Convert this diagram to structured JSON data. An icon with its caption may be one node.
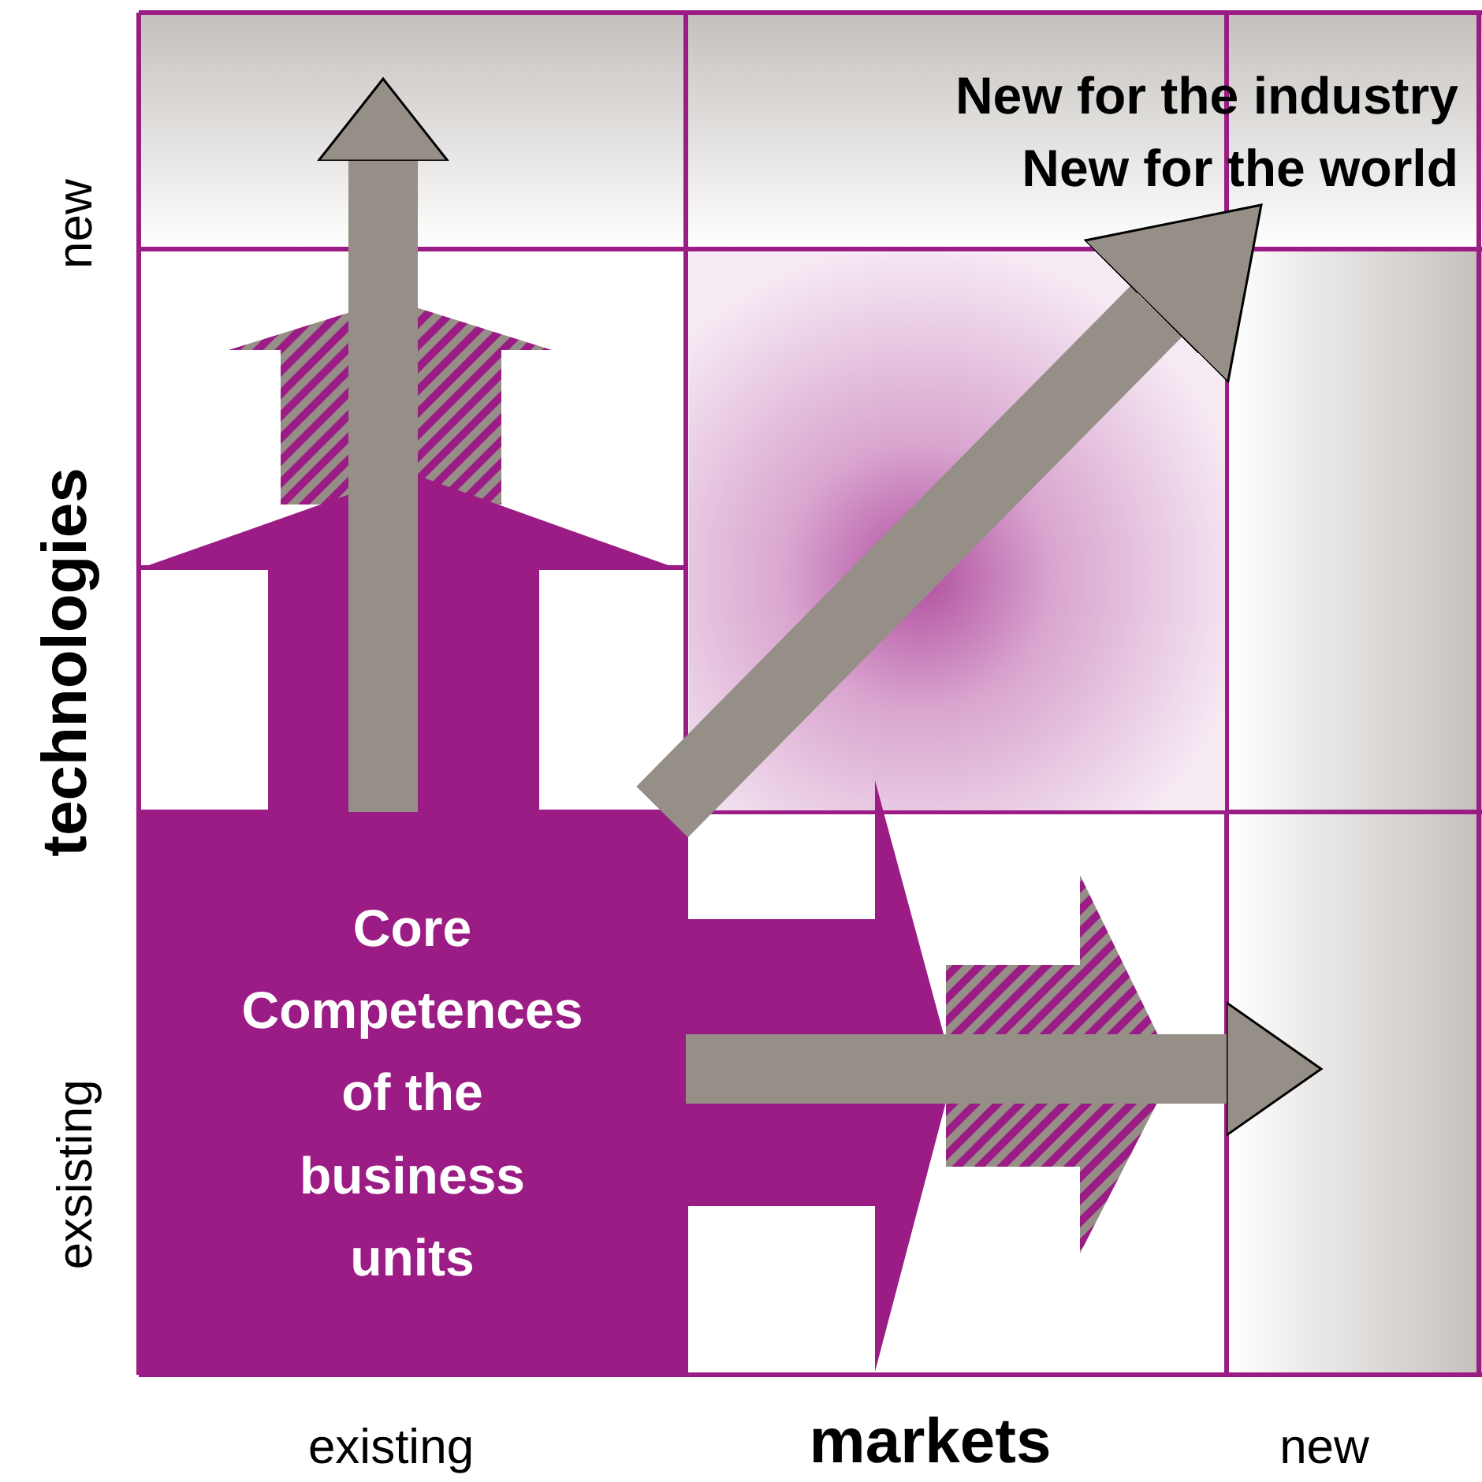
{
  "diagram": {
    "nodes": [
      {
        "text": [
          "Core Competences of the business units"
        ]
      },
      {
        "text": [
          "New for the industry",
          "New for the world"
        ]
      }
    ],
    "edges": [
      {
        "from": 0,
        "to": null,
        "arrow": "to"
      },
      {
        "from": 0,
        "to": 1,
        "arrow": "to"
      },
      {
        "from": 0,
        "to": null,
        "arrow": "to"
      }
    ],
    "labels": [
      "new",
      "technologies",
      "exsisting",
      "existing",
      "markets",
      "new"
    ]
  }
}
